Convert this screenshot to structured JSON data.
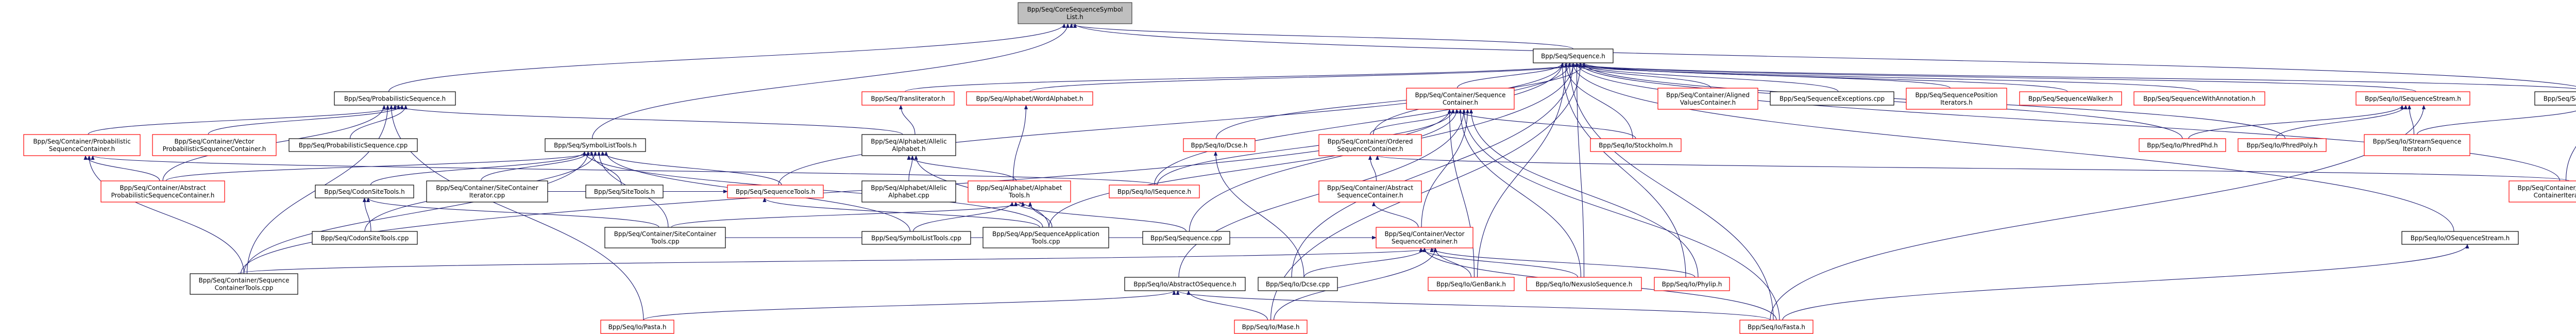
{
  "colors": {
    "edge": "#191970",
    "focus_fill": "#bfbfbf",
    "focus_border": "#404040",
    "documented_border": "#000000",
    "undocumented_border": "#ff0000"
  },
  "nodes": {
    "core": {
      "lines": [
        "Bpp/Seq/CoreSequenceSymbol",
        "List.h"
      ],
      "style": "focus"
    },
    "probseq_h": {
      "lines": [
        "Bpp/Seq/ProbabilisticSequence.h"
      ],
      "style": "black"
    },
    "probseqcont_h": {
      "lines": [
        "Bpp/Seq/Container/Probabilistic",
        "SequenceContainer.h"
      ],
      "style": "red"
    },
    "vecprobseqcont_h": {
      "lines": [
        "Bpp/Seq/Container/Vector",
        "ProbabilisticSequenceContainer.h"
      ],
      "style": "red"
    },
    "probseq_cpp": {
      "lines": [
        "Bpp/Seq/ProbabilisticSequence.cpp"
      ],
      "style": "black"
    },
    "symlisttools_h": {
      "lines": [
        "Bpp/Seq/SymbolListTools.h"
      ],
      "style": "black"
    },
    "absprobseqcont_h": {
      "lines": [
        "Bpp/Seq/Container/Abstract",
        "ProbabilisticSequenceContainer.h"
      ],
      "style": "red"
    },
    "codonsitetools_h": {
      "lines": [
        "Bpp/Seq/CodonSiteTools.h"
      ],
      "style": "black"
    },
    "sitecontiter_cpp": {
      "lines": [
        "Bpp/Seq/Container/SiteContainer",
        "Iterator.cpp"
      ],
      "style": "black"
    },
    "sitetools_h": {
      "lines": [
        "Bpp/Seq/SiteTools.h"
      ],
      "style": "black"
    },
    "codonsitetools_cpp": {
      "lines": [
        "Bpp/Seq/CodonSiteTools.cpp"
      ],
      "style": "black"
    },
    "sitecontools_cpp": {
      "lines": [
        "Bpp/Seq/Container/SiteContainer",
        "Tools.cpp"
      ],
      "style": "black"
    },
    "seqcontools_cpp": {
      "lines": [
        "Bpp/Seq/Container/Sequence",
        "ContainerTools.cpp"
      ],
      "style": "black"
    },
    "pasta_h": {
      "lines": [
        "Bpp/Seq/Io/Pasta.h"
      ],
      "style": "red"
    },
    "translit_h": {
      "lines": [
        "Bpp/Seq/Transliterator.h"
      ],
      "style": "red"
    },
    "wordalpha_h": {
      "lines": [
        "Bpp/Seq/Alphabet/WordAlphabet.h"
      ],
      "style": "red"
    },
    "allelic_h": {
      "lines": [
        "Bpp/Seq/Alphabet/Allelic",
        "Alphabet.h"
      ],
      "style": "black"
    },
    "dcse_h": {
      "lines": [
        "Bpp/Seq/Io/Dcse.h"
      ],
      "style": "red"
    },
    "seqtools_h": {
      "lines": [
        "Bpp/Seq/SequenceTools.h"
      ],
      "style": "red"
    },
    "allelic_cpp": {
      "lines": [
        "Bpp/Seq/Alphabet/Allelic",
        "Alphabet.cpp"
      ],
      "style": "black"
    },
    "alphatools_h": {
      "lines": [
        "Bpp/Seq/Alphabet/Alphabet",
        "Tools.h"
      ],
      "style": "red"
    },
    "iseq_h": {
      "lines": [
        "Bpp/Seq/Io/ISequence.h"
      ],
      "style": "red"
    },
    "symlisttools_cpp": {
      "lines": [
        "Bpp/Seq/SymbolListTools.cpp"
      ],
      "style": "black"
    },
    "seqapptools_cpp": {
      "lines": [
        "Bpp/Seq/App/SequenceApplication",
        "Tools.cpp"
      ],
      "style": "black"
    },
    "seq_cpp": {
      "lines": [
        "Bpp/Seq/Sequence.cpp"
      ],
      "style": "black"
    },
    "absoseq_h": {
      "lines": [
        "Bpp/Seq/Io/AbstractOSequence.h"
      ],
      "style": "black"
    },
    "dcse_cpp": {
      "lines": [
        "Bpp/Seq/Io/Dcse.cpp"
      ],
      "style": "black"
    },
    "mase_h": {
      "lines": [
        "Bpp/Seq/Io/Mase.h"
      ],
      "style": "red"
    },
    "seq_h": {
      "lines": [
        "Bpp/Seq/Sequence.h"
      ],
      "style": "black"
    },
    "seqcont_h": {
      "lines": [
        "Bpp/Seq/Container/Sequence",
        "Container.h"
      ],
      "style": "red"
    },
    "alignedvals_h": {
      "lines": [
        "Bpp/Seq/Container/Aligned",
        "ValuesContainer.h"
      ],
      "style": "red"
    },
    "seqexc_cpp": {
      "lines": [
        "Bpp/Seq/SequenceExceptions.cpp"
      ],
      "style": "black"
    },
    "seqposit_h": {
      "lines": [
        "Bpp/Seq/SequencePosition",
        "Iterators.h"
      ],
      "style": "red"
    },
    "orderedseqcont_h": {
      "lines": [
        "Bpp/Seq/Container/Ordered",
        "SequenceContainer.h"
      ],
      "style": "red"
    },
    "stockholm_h": {
      "lines": [
        "Bpp/Seq/Io/Stockholm.h"
      ],
      "style": "red"
    },
    "absseqcont_h": {
      "lines": [
        "Bpp/Seq/Container/Abstract",
        "SequenceContainer.h"
      ],
      "style": "red"
    },
    "vecseqcont_h": {
      "lines": [
        "Bpp/Seq/Container/Vector",
        "SequenceContainer.h"
      ],
      "style": "red"
    },
    "genbank_h": {
      "lines": [
        "Bpp/Seq/Io/GenBank.h"
      ],
      "style": "red"
    },
    "nexus_h": {
      "lines": [
        "Bpp/Seq/Io/NexusIoSequence.h"
      ],
      "style": "red"
    },
    "phylip_h": {
      "lines": [
        "Bpp/Seq/Io/Phylip.h"
      ],
      "style": "red"
    },
    "fasta_h": {
      "lines": [
        "Bpp/Seq/Io/Fasta.h"
      ],
      "style": "red"
    },
    "seqwalker_h": {
      "lines": [
        "Bpp/Seq/SequenceWalker.h"
      ],
      "style": "red"
    },
    "seqwithannot_h": {
      "lines": [
        "Bpp/Seq/SequenceWithAnnotation.h"
      ],
      "style": "red"
    },
    "iseqstream_h": {
      "lines": [
        "Bpp/Seq/Io/ISequenceStream.h"
      ],
      "style": "red"
    },
    "seqiter_h": {
      "lines": [
        "Bpp/Seq/SequenceIterator.h"
      ],
      "style": "black"
    },
    "phredphd_h": {
      "lines": [
        "Bpp/Seq/Io/PhredPhd.h"
      ],
      "style": "red"
    },
    "phredpoly_h": {
      "lines": [
        "Bpp/Seq/Io/PhredPoly.h"
      ],
      "style": "red"
    },
    "streamseqiter_h": {
      "lines": [
        "Bpp/Seq/Io/StreamSequence",
        "Iterator.h"
      ],
      "style": "red"
    },
    "seqcontiter_h": {
      "lines": [
        "Bpp/Seq/Container/Sequence",
        "ContainerIterator.h"
      ],
      "style": "red"
    },
    "oseqstream_h": {
      "lines": [
        "Bpp/Seq/Io/OSequenceStream.h"
      ],
      "style": "black"
    }
  },
  "edges": [
    [
      "probseq_h",
      "core"
    ],
    [
      "symlisttools_h",
      "core"
    ],
    [
      "seq_h",
      "core"
    ],
    [
      "seqiter_h",
      "core"
    ],
    [
      "probseqcont_h",
      "probseq_h"
    ],
    [
      "vecprobseqcont_h",
      "probseq_h"
    ],
    [
      "probseq_cpp",
      "probseq_h"
    ],
    [
      "absprobseqcont_h",
      "probseq_h"
    ],
    [
      "seqcontools_cpp",
      "probseq_h"
    ],
    [
      "pasta_h",
      "probseq_h"
    ],
    [
      "allelic_h",
      "probseq_h"
    ],
    [
      "absprobseqcont_h",
      "probseqcont_h"
    ],
    [
      "seqcontools_cpp",
      "probseqcont_h"
    ],
    [
      "iseq_h",
      "probseqcont_h"
    ],
    [
      "codonsitetools_h",
      "symlisttools_h"
    ],
    [
      "sitecontiter_cpp",
      "symlisttools_h"
    ],
    [
      "sitetools_h",
      "symlisttools_h"
    ],
    [
      "codonsitetools_cpp",
      "symlisttools_h"
    ],
    [
      "sitecontools_cpp",
      "symlisttools_h"
    ],
    [
      "seqtools_h",
      "symlisttools_h"
    ],
    [
      "symlisttools_cpp",
      "symlisttools_h"
    ],
    [
      "seqapptools_cpp",
      "symlisttools_h"
    ],
    [
      "seqcontools_cpp",
      "symlisttools_h"
    ],
    [
      "absprobseqcont_h",
      "symlisttools_h"
    ],
    [
      "codonsitetools_cpp",
      "codonsitetools_h"
    ],
    [
      "sitecontools_cpp",
      "codonsitetools_h"
    ],
    [
      "translit_h",
      "seq_h"
    ],
    [
      "wordalpha_h",
      "seq_h"
    ],
    [
      "seqtools_h",
      "seq_h"
    ],
    [
      "allelic_h",
      "translit_h"
    ],
    [
      "alphatools_h",
      "wordalpha_h"
    ],
    [
      "alphatools_h",
      "allelic_h"
    ],
    [
      "allelic_cpp",
      "allelic_h"
    ],
    [
      "seqapptools_cpp",
      "allelic_h"
    ],
    [
      "seqapptools_cpp",
      "alphatools_h"
    ],
    [
      "seqapptools_cpp",
      "seqtools_h"
    ],
    [
      "symlisttools_cpp",
      "alphatools_h"
    ],
    [
      "seq_cpp",
      "alphatools_h"
    ],
    [
      "seq_cpp",
      "seq_h"
    ],
    [
      "sitecontools_cpp",
      "alphatools_h"
    ],
    [
      "sitecontiter_cpp",
      "seqtools_h"
    ],
    [
      "dcse_h",
      "seq_h"
    ],
    [
      "iseq_h",
      "seq_h"
    ],
    [
      "iseq_h",
      "seqcont_h"
    ],
    [
      "dcse_cpp",
      "dcse_h"
    ],
    [
      "dcse_cpp",
      "seq_h"
    ],
    [
      "mase_h",
      "absoseq_h"
    ],
    [
      "mase_h",
      "seq_h"
    ],
    [
      "mase_h",
      "vecseqcont_h"
    ],
    [
      "pasta_h",
      "absoseq_h"
    ],
    [
      "fasta_h",
      "absoseq_h"
    ],
    [
      "fasta_h",
      "seq_h"
    ],
    [
      "fasta_h",
      "vecseqcont_h"
    ],
    [
      "fasta_h",
      "seqcont_h"
    ],
    [
      "fasta_h",
      "oseqstream_h"
    ],
    [
      "fasta_h",
      "iseqstream_h"
    ],
    [
      "seqcont_h",
      "seq_h"
    ],
    [
      "orderedseqcont_h",
      "seqcont_h"
    ],
    [
      "orderedseqcont_h",
      "seq_h"
    ],
    [
      "absseqcont_h",
      "orderedseqcont_h"
    ],
    [
      "vecseqcont_h",
      "absseqcont_h"
    ],
    [
      "vecseqcont_h",
      "seqcont_h"
    ],
    [
      "genbank_h",
      "vecseqcont_h"
    ],
    [
      "genbank_h",
      "seqcont_h"
    ],
    [
      "genbank_h",
      "seq_h"
    ],
    [
      "nexus_h",
      "vecseqcont_h"
    ],
    [
      "nexus_h",
      "seqcont_h"
    ],
    [
      "nexus_h",
      "seq_h"
    ],
    [
      "phylip_h",
      "vecseqcont_h"
    ],
    [
      "phylip_h",
      "seqcont_h"
    ],
    [
      "phylip_h",
      "seq_h"
    ],
    [
      "stockholm_h",
      "seq_h"
    ],
    [
      "stockholm_h",
      "seqcont_h"
    ],
    [
      "alignedvals_h",
      "seq_h"
    ],
    [
      "seqexc_cpp",
      "seq_h"
    ],
    [
      "seqposit_h",
      "seq_h"
    ],
    [
      "seqwalker_h",
      "seq_h"
    ],
    [
      "seqwithannot_h",
      "seq_h"
    ],
    [
      "iseqstream_h",
      "seq_h"
    ],
    [
      "seqiter_h",
      "seq_h"
    ],
    [
      "oseqstream_h",
      "seq_h"
    ],
    [
      "seqcontiter_h",
      "seq_h"
    ],
    [
      "phredphd_h",
      "seq_h"
    ],
    [
      "phredpoly_h",
      "seq_h"
    ],
    [
      "phredphd_h",
      "iseqstream_h"
    ],
    [
      "phredpoly_h",
      "iseqstream_h"
    ],
    [
      "streamseqiter_h",
      "iseqstream_h"
    ],
    [
      "streamseqiter_h",
      "seqiter_h"
    ],
    [
      "seqcontiter_h",
      "seqiter_h"
    ],
    [
      "seqcontiter_h",
      "orderedseqcont_h"
    ],
    [
      "seqcontools_cpp",
      "vecseqcont_h"
    ],
    [
      "seqcontools_cpp",
      "seqcont_h"
    ],
    [
      "sitecontools_cpp",
      "vecseqcont_h"
    ],
    [
      "seqapptools_cpp",
      "seqcont_h"
    ],
    [
      "dcse_cpp",
      "vecseqcont_h"
    ],
    [
      "absoseq_h",
      "seqcont_h"
    ]
  ]
}
